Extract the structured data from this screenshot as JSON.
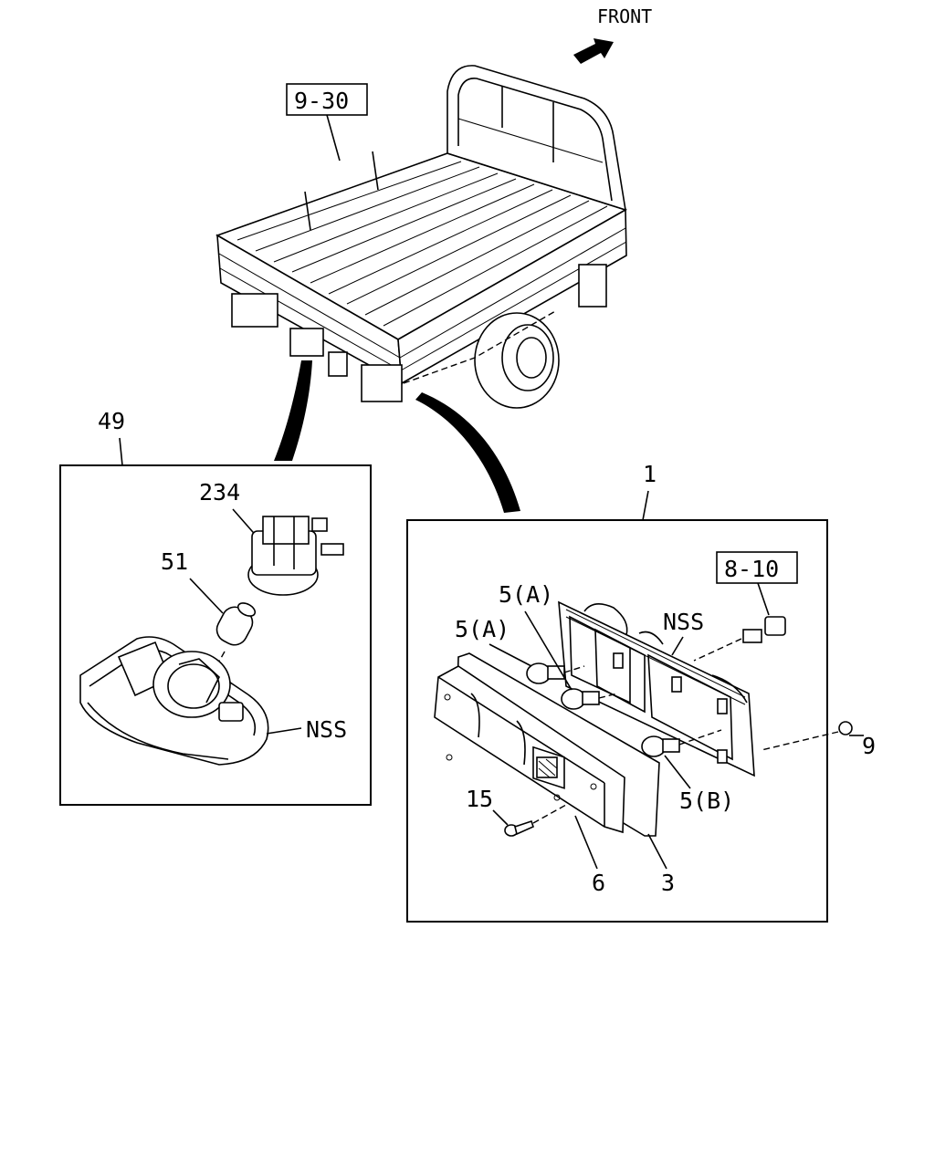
{
  "front_label": "FRONT",
  "refs": {
    "body": "9-30",
    "wiring": "8-10"
  },
  "callouts": {
    "license_lamp": "49",
    "socket": "234",
    "bulb_small": "51",
    "nss_left": "NSS",
    "rear_lamp": "1",
    "bulb_a_upper": "5(A)",
    "bulb_a_lower": "5(A)",
    "nss_right": "NSS",
    "nut": "9",
    "bulb_b": "5(B)",
    "screw": "15",
    "lens": "6",
    "gasket": "3"
  }
}
